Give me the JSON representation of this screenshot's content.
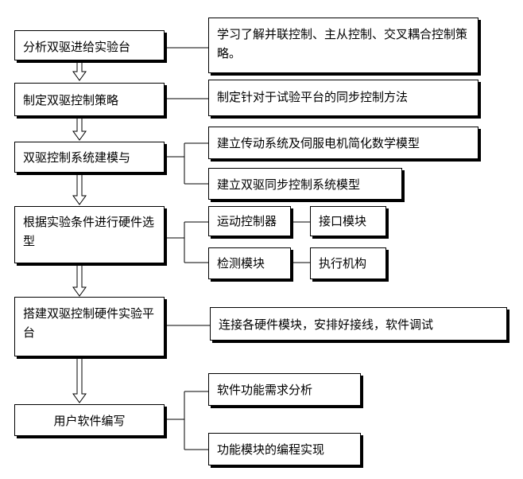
{
  "steps": [
    {
      "label": "分析双驱进给实验台"
    },
    {
      "label": "制定双驱控制策略"
    },
    {
      "label": "双驱控制系统建模与"
    },
    {
      "label": "根据实验条件进行硬件选型"
    },
    {
      "label": "搭建双驱控制硬件实验平台"
    },
    {
      "label": "用户软件编写"
    }
  ],
  "details": {
    "d1": "学习了解并联控制、主从控制、交叉耦合控制策略。",
    "d2": "制定针对于试验平台的同步控制方法",
    "d3a": "建立传动系统及伺服电机简化数学模型",
    "d3b": "建立双驱同步控制系统模型",
    "d4a": "运动控制器",
    "d4b": "接口模块",
    "d4c": "检测模块",
    "d4d": "执行机构",
    "d5": "连接各硬件模块，安排好接线，软件调试",
    "d6a": "软件功能需求分析",
    "d6b": "功能模块的编程实现"
  }
}
